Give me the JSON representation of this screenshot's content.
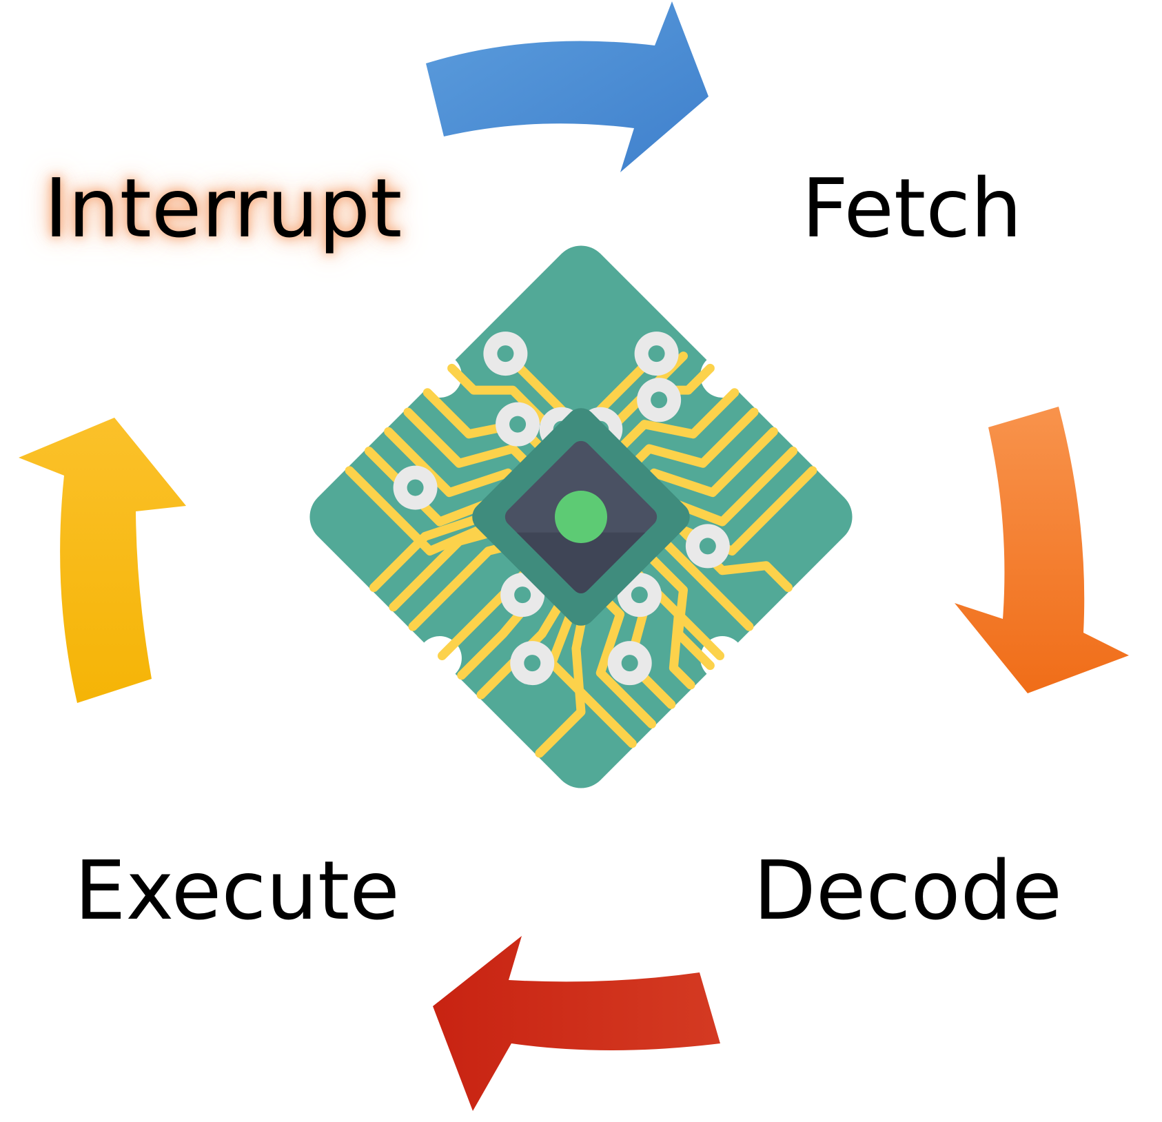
{
  "stages": {
    "interrupt": "Interrupt",
    "fetch": "Fetch",
    "decode": "Decode",
    "execute": "Execute"
  },
  "arrows": [
    {
      "name": "fetch-arrow",
      "direction": "right",
      "color": "#4e8fd4"
    },
    {
      "name": "decode-arrow",
      "direction": "down",
      "color": "#f37a28"
    },
    {
      "name": "execute-arrow",
      "direction": "left",
      "color": "#cc2a1a"
    },
    {
      "name": "interrupt-arrow",
      "direction": "up",
      "color": "#fbbd12"
    }
  ],
  "chip": {
    "icon": "circuit-chip-icon",
    "board_color": "#52a997",
    "trace_color": "#fcd24b",
    "core_color": "#4a5163",
    "led_color": "#5dcb74"
  },
  "highlight_color": "#f8b186"
}
